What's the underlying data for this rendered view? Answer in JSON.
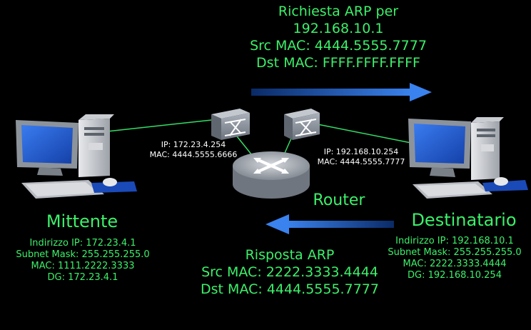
{
  "arp_request": {
    "title": "Richiesta ARP per",
    "target_ip": "192.168.10.1",
    "src_mac": "Src MAC: 4444.5555.7777",
    "dst_mac": "Dst MAC: FFFF.FFFF.FFFF"
  },
  "arp_reply": {
    "title": "Risposta ARP",
    "src_mac": "Src MAC: 2222.3333.4444",
    "dst_mac": "Dst MAC: 4444.5555.7777"
  },
  "sender": {
    "name": "Mittente",
    "ip": "Indirizzo IP: 172.23.4.1",
    "mask": "Subnet Mask: 255.255.255.0",
    "mac": "MAC: 1111.2222.3333",
    "gateway": "DG: 172.23.4.1"
  },
  "receiver": {
    "name": "Destinatario",
    "ip": "Indirizzo IP: 192.168.10.1",
    "mask": "Subnet Mask: 255.255.255.0",
    "mac": "MAC: 2222.3333.4444",
    "gateway": "DG: 192.168.10.254"
  },
  "router": {
    "label": "Router",
    "left_if_ip": "IP: 172.23.4.254",
    "left_if_mac": "MAC: 4444.5555.6666",
    "right_if_ip": "IP: 192.168.10.254",
    "right_if_mac": "MAC: 4444.5555.7777"
  },
  "colors": {
    "text": "#3cf06a",
    "link": "#33dd66",
    "arrow": "#2a6fd8",
    "screen": "#1a5ad6",
    "device": "#8b9199"
  }
}
